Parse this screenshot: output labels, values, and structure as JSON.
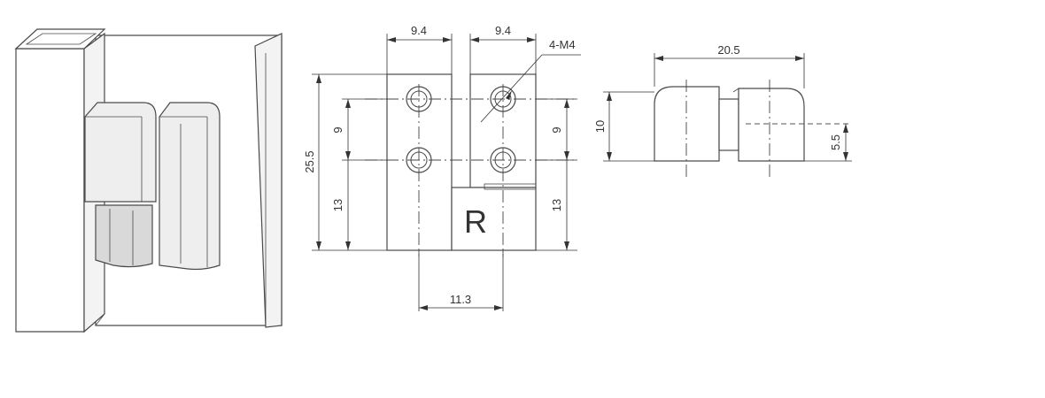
{
  "dimensions": {
    "top_left_width": "9.4",
    "top_right_width": "9.4",
    "hole_callout": "4-M4",
    "overall_height": "25.5",
    "left_upper_pitch": "9",
    "left_lower_height": "13",
    "right_upper_pitch": "9",
    "right_lower_height": "13",
    "bottom_offset": "11.3",
    "side_width": "20.5",
    "side_height": "10",
    "side_pin_height": "5.5"
  },
  "marks": {
    "hand_letter": "R"
  }
}
